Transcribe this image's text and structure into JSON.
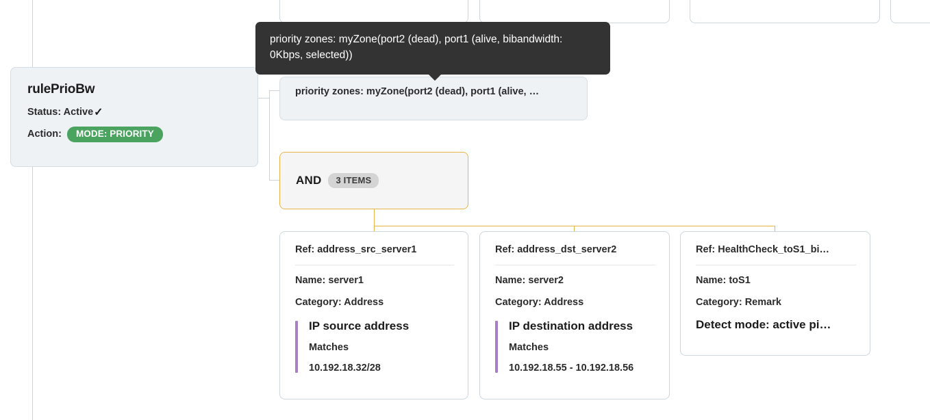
{
  "colors": {
    "accent_amber": "#e8b44a",
    "accent_purple": "#a87fc4",
    "status_green": "#4aa35e",
    "edge_gray": "#c9d3d8",
    "card_border": "#ccd7dd",
    "tinted_card_bg": "#eef2f5",
    "tooltip_bg": "#333333"
  },
  "rule_node": {
    "title": "rulePrioBw",
    "status_label": "Status: Active",
    "status_check_icon": "check-icon",
    "action_label": "Action:",
    "action_badge": "MODE: PRIORITY"
  },
  "priority_zones_node": {
    "text": "priority zones: myZone(port2 (dead), port1 (alive, …"
  },
  "tooltip": {
    "text": "priority zones: myZone(port2 (dead), port1 (alive, bibandwidth: 0Kbps, selected))"
  },
  "and_node": {
    "operator": "AND",
    "items_badge": "3 ITEMS"
  },
  "leaf_cards": [
    {
      "ref": "Ref: address_src_server1",
      "name": "Name: server1",
      "category": "Category: Address",
      "detail_title": "IP source address",
      "detail_op": "Matches",
      "detail_value": "10.192.18.32/28",
      "has_accent_bar": true
    },
    {
      "ref": "Ref: address_dst_server2",
      "name": "Name: server2",
      "category": "Category: Address",
      "detail_title": "IP destination address",
      "detail_op": "Matches",
      "detail_value": "10.192.18.55 - 10.192.18.56",
      "has_accent_bar": true
    },
    {
      "ref": "Ref: HealthCheck_toS1_bi…",
      "name": "Name: toS1",
      "category": "Category: Remark",
      "detail_title": "Detect mode: active pi…",
      "detail_op": "",
      "detail_value": "",
      "has_accent_bar": false
    }
  ],
  "truncated_top_cards": [
    {
      "glyph": ""
    },
    {
      "glyph": ""
    },
    {
      "glyph": ""
    },
    {
      "glyph": ""
    }
  ]
}
